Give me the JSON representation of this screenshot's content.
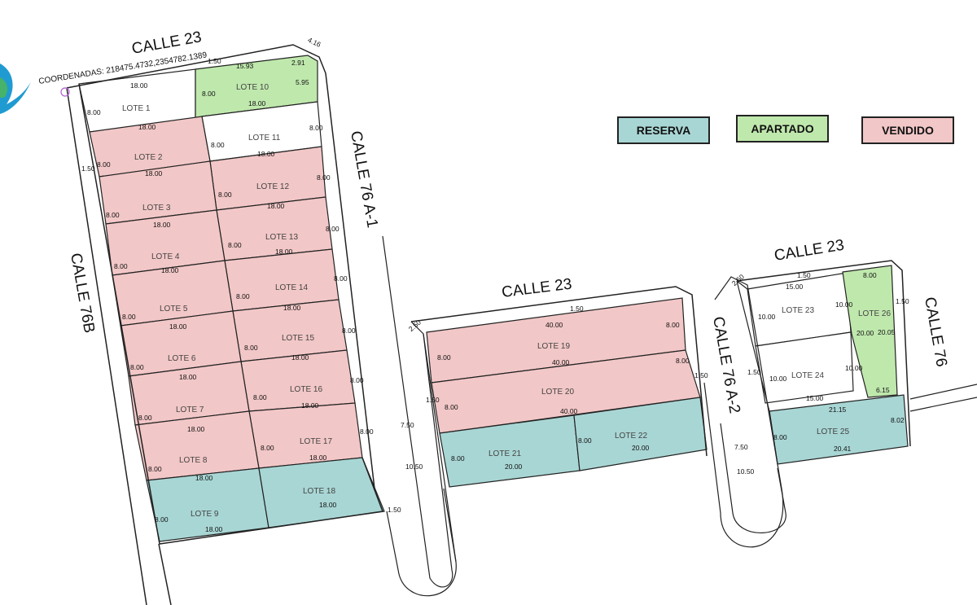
{
  "colors": {
    "reserva": "#a8d6d4",
    "apartado": "#bfe8ad",
    "vendido": "#f2c7c7",
    "line": "#222222"
  },
  "legend": {
    "reserva": "RESERVA",
    "apartado": "APARTADO",
    "vendido": "VENDIDO"
  },
  "coordinates": "COORDENADAS: 218475.4732,2354782.1389",
  "streets": {
    "calle23_a": "CALLE 23",
    "calle23_b": "CALLE 23",
    "calle23_c": "CALLE 23",
    "calle76b": "CALLE 76B",
    "calle76a1": "CALLE 76 A-1",
    "calle76a2": "CALLE 76 A-2",
    "calle76": "CALLE 76"
  },
  "lots": {
    "l1": "LOTE 1",
    "l2": "LOTE 2",
    "l3": "LOTE 3",
    "l4": "LOTE 4",
    "l5": "LOTE 5",
    "l6": "LOTE 6",
    "l7": "LOTE 7",
    "l8": "LOTE 8",
    "l9": "LOTE 9",
    "l10": "LOTE 10",
    "l11": "LOTE 11",
    "l12": "LOTE 12",
    "l13": "LOTE 13",
    "l14": "LOTE 14",
    "l15": "LOTE 15",
    "l16": "LOTE 16",
    "l17": "LOTE 17",
    "l18": "LOTE 18",
    "l19": "LOTE 19",
    "l20": "LOTE 20",
    "l21": "LOTE 21",
    "l22": "LOTE 22",
    "l23": "LOTE 23",
    "l24": "LOTE 24",
    "l25": "LOTE 25",
    "l26": "LOTE 26"
  },
  "lot_status": {
    "l1": "libre",
    "l2": "vendido",
    "l3": "vendido",
    "l4": "vendido",
    "l5": "vendido",
    "l6": "vendido",
    "l7": "vendido",
    "l8": "vendido",
    "l9": "reserva",
    "l10": "apartado",
    "l11": "libre",
    "l12": "vendido",
    "l13": "vendido",
    "l14": "vendido",
    "l15": "vendido",
    "l16": "vendido",
    "l17": "vendido",
    "l18": "reserva",
    "l19": "vendido",
    "l20": "vendido",
    "l21": "reserva",
    "l22": "reserva",
    "l23": "libre",
    "l24": "libre",
    "l25": "reserva",
    "l26": "apartado"
  },
  "dims": {
    "d18": "18.00",
    "d8": "8.00",
    "d40": "40.00",
    "d20": "20.00",
    "d15": "15.00",
    "d10": "10.00",
    "d150": "1.50",
    "d1593": "15.93",
    "d291": "2.91",
    "d595": "5.95",
    "d416": "4.16",
    "d250": "2.50",
    "d750": "7.50",
    "d1050": "10.50",
    "d2005": "20.05",
    "d615": "6.15",
    "d2115": "21.15",
    "d802": "8.02",
    "d2041": "20.41"
  }
}
